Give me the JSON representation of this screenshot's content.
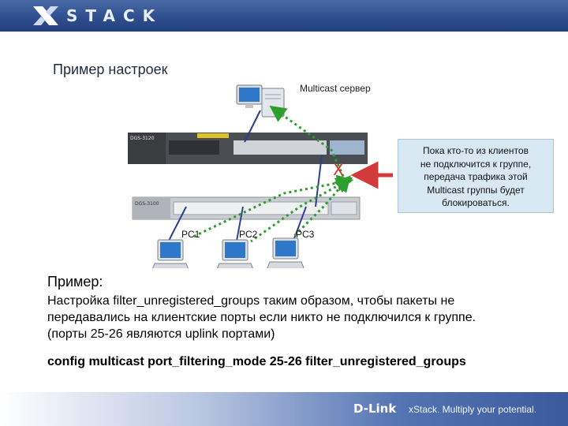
{
  "brand": {
    "logo_text": "STACK"
  },
  "title": "Пример настроек",
  "diagram": {
    "server_label": "Multicast сервер",
    "pcs": [
      "PC1",
      "PC2",
      "PC3"
    ],
    "switch_top_label": "DGS-3120",
    "switch_bottom_label": "DGS-3100",
    "blocked_mark": "X",
    "colors": {
      "multicast_path": "#2e9e2e",
      "link": "#2d3f8f",
      "arrow": "#d33b3b",
      "blocked": "#d63030"
    }
  },
  "note": {
    "lines": [
      "Пока кто-то из клиентов",
      "не подключится к группе,",
      "передача трафика этой",
      "Multicast группы будет",
      "блокироваться."
    ]
  },
  "example": {
    "title": "Пример:",
    "lines": [
      "Настройка filter_unregistered_groups таким образом, чтобы пакеты не",
      "передавались на клиентские порты если никто не подключился к группе.",
      "(порты 25-26 являются uplink портами)"
    ]
  },
  "command": "config multicast port_filtering_mode 25-26 filter_unregistered_groups",
  "footer": {
    "logo": "D-Link",
    "tagline": "xStack. Multiply your potential."
  }
}
